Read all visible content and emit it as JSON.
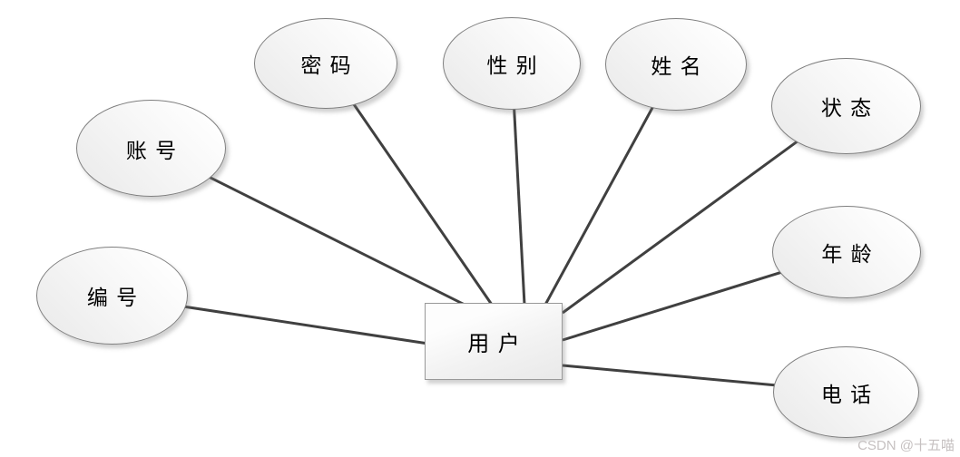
{
  "diagram": {
    "type": "entity-relationship",
    "entity": {
      "label": "用户"
    },
    "attributes": [
      {
        "id": "number",
        "label": "编号"
      },
      {
        "id": "account",
        "label": "账号"
      },
      {
        "id": "password",
        "label": "密码"
      },
      {
        "id": "gender",
        "label": "性别"
      },
      {
        "id": "name",
        "label": "姓名"
      },
      {
        "id": "status",
        "label": "状态"
      },
      {
        "id": "age",
        "label": "年龄"
      },
      {
        "id": "phone",
        "label": "电话"
      }
    ],
    "watermark": "CSDN @十五喵",
    "colors": {
      "background": "#ffffff",
      "shape_fill_light": "#ffffff",
      "shape_fill_dark": "#e9e9e9",
      "shape_border": "#7f7f7f",
      "entity_border": "#999999",
      "connector": "#404040",
      "text": "#000000",
      "watermark_text": "#c6c1c1"
    }
  }
}
